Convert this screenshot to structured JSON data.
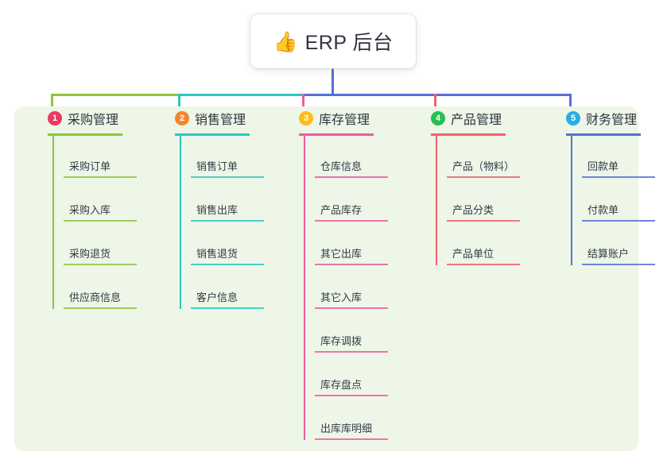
{
  "diagram": {
    "title": "ERP 后台",
    "title_icon": "thumbs-up-icon",
    "title_emoji": "👍",
    "panel_background": "#edf6e7",
    "branches": [
      {
        "index": "1",
        "label": "采购管理",
        "badge_color": "#e8395f",
        "line_color": "#8dc63f",
        "items": [
          "采购订单",
          "采购入库",
          "采购退货",
          "供应商信息"
        ]
      },
      {
        "index": "2",
        "label": "销售管理",
        "badge_color": "#f5862e",
        "line_color": "#2cc8c0",
        "items": [
          "销售订单",
          "销售出库",
          "销售退货",
          "客户信息"
        ]
      },
      {
        "index": "3",
        "label": "库存管理",
        "badge_color": "#fbbd1b",
        "line_color": "#ef5ba1",
        "items": [
          "仓库信息",
          "产品库存",
          "其它出库",
          "其它入库",
          "库存调拨",
          "库存盘点",
          "出库库明细"
        ]
      },
      {
        "index": "4",
        "label": "产品管理",
        "badge_color": "#25bf52",
        "line_color": "#f4606c",
        "items": [
          "产品（物料）",
          "产品分类",
          "产品单位"
        ]
      },
      {
        "index": "5",
        "label": "财务管理",
        "badge_color": "#29aee4",
        "line_color": "#5570d8",
        "items": [
          "回款单",
          "付款单",
          "结算账户"
        ]
      }
    ],
    "root_connector_color": "#5570d8"
  }
}
